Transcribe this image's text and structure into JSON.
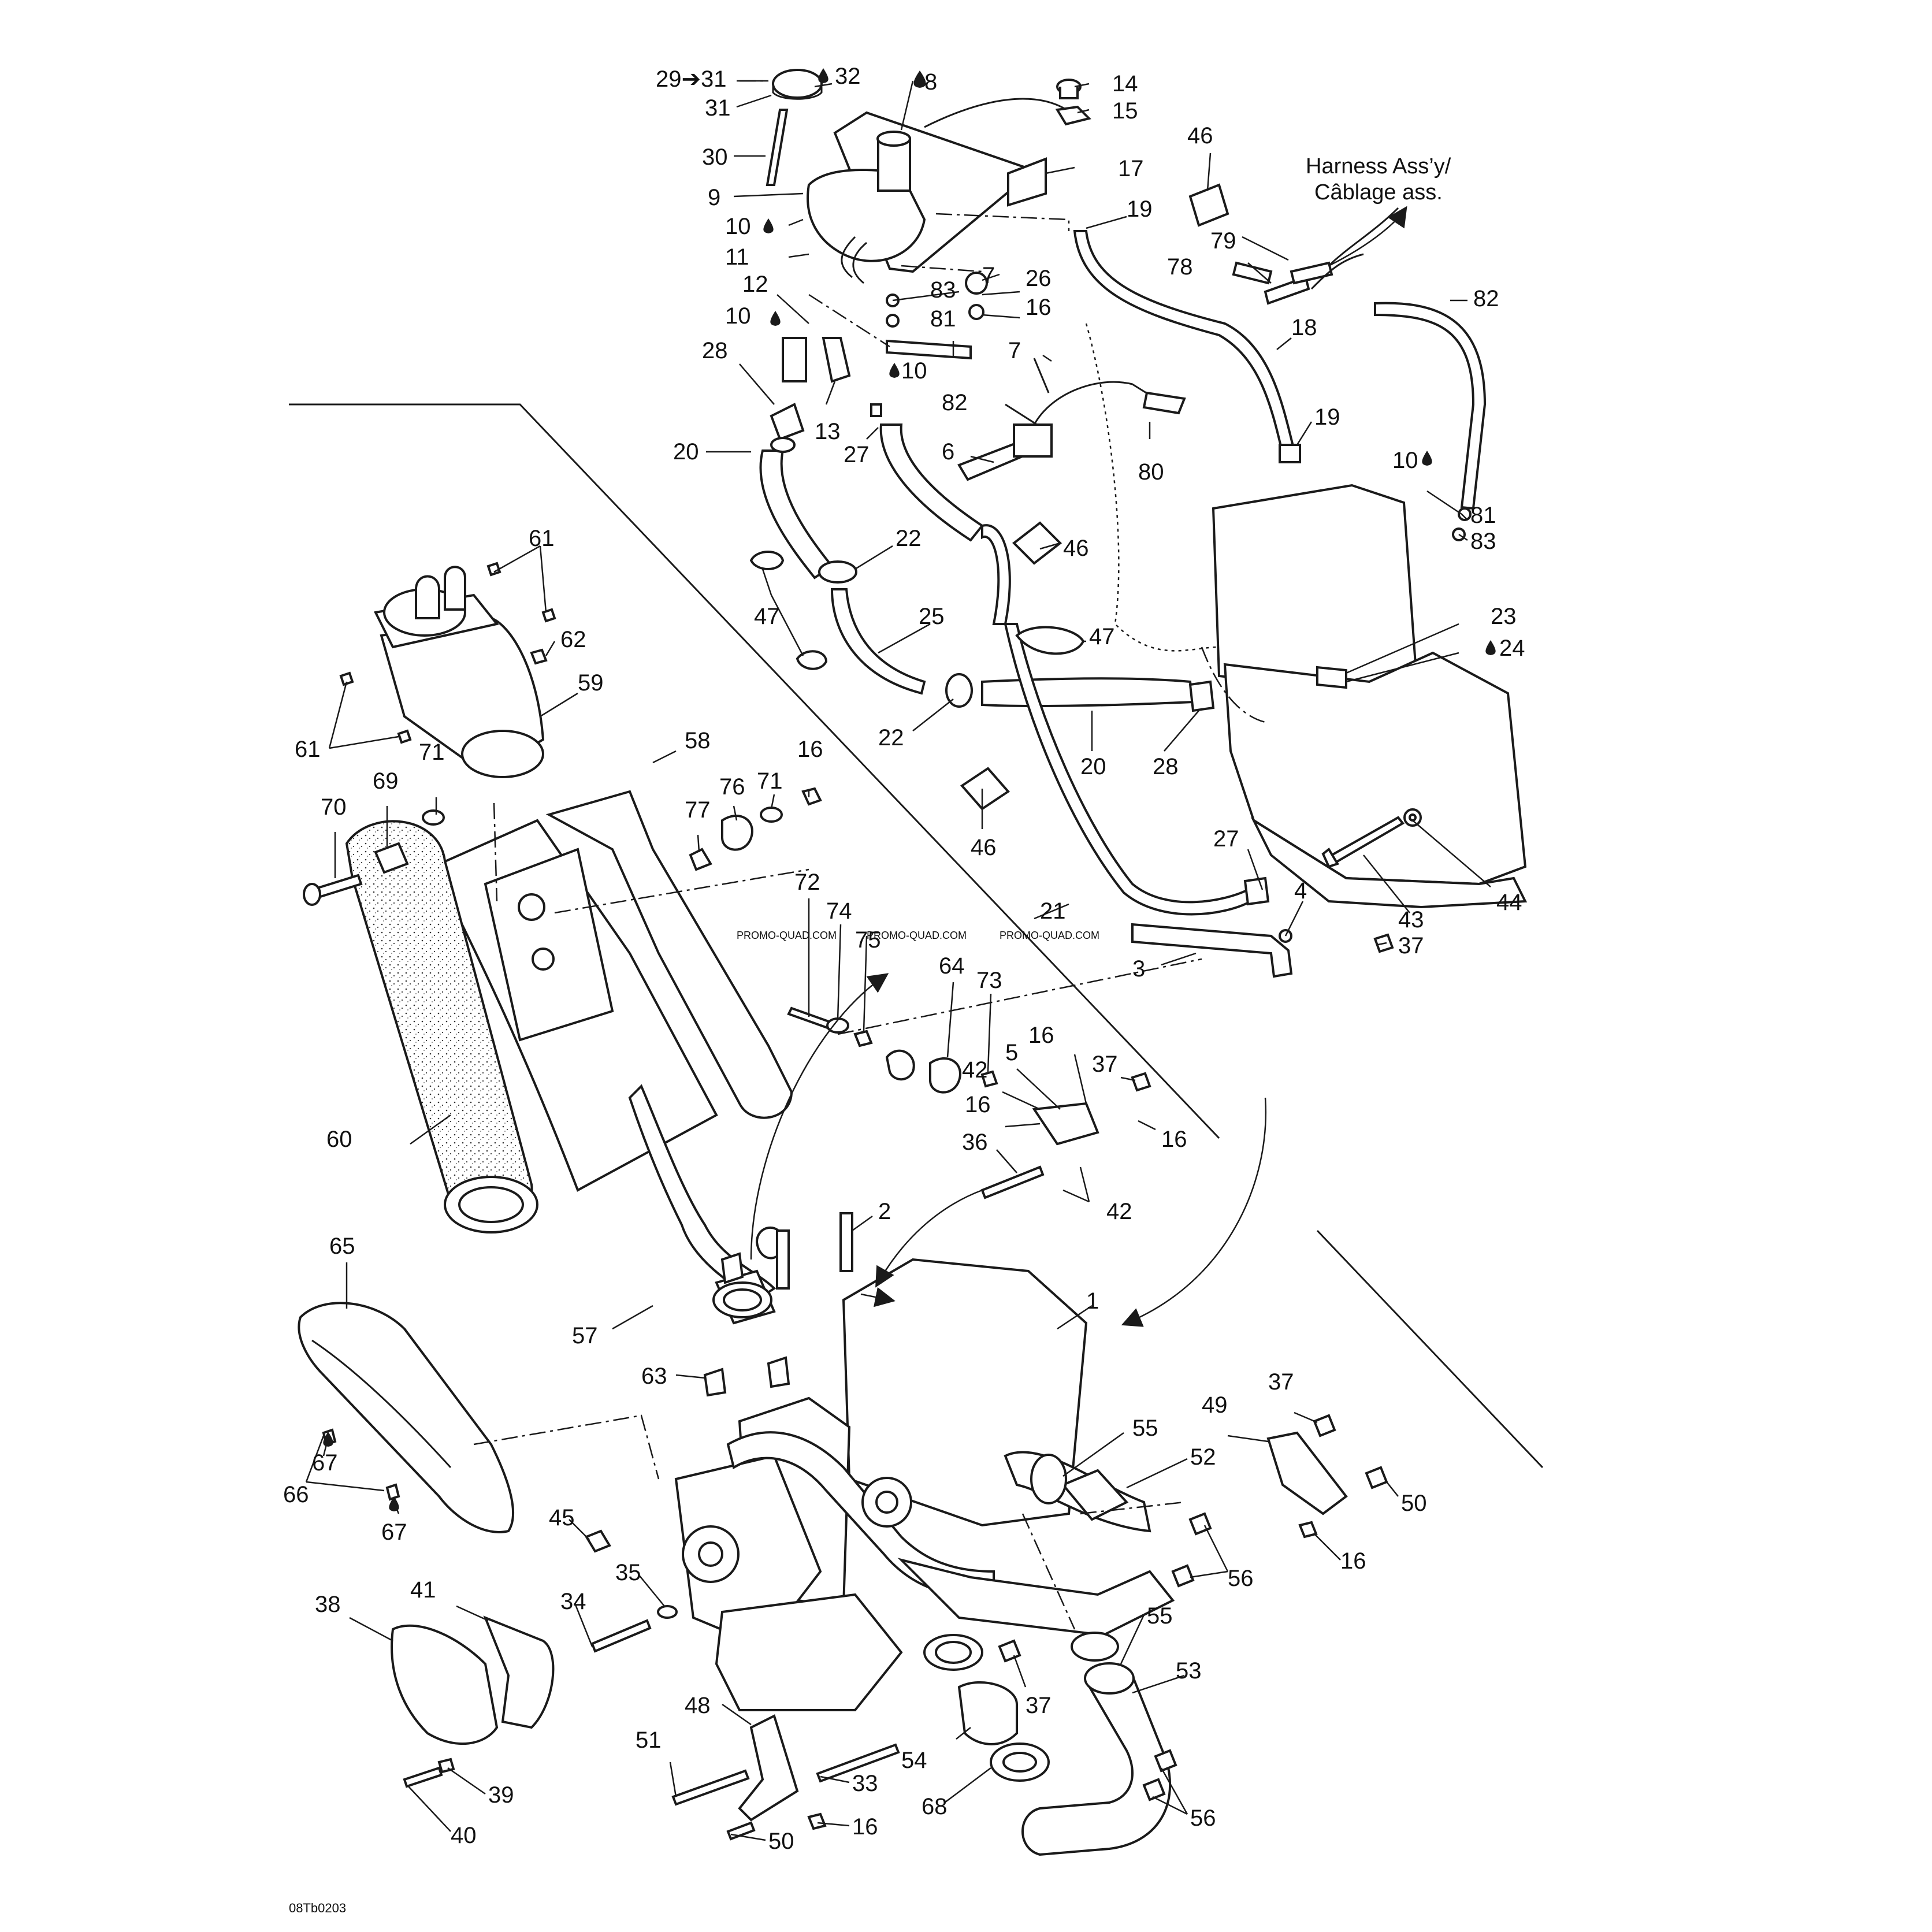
{
  "callouts": {
    "c29_31": "29➔31",
    "c31": "31",
    "c32": "32",
    "c8": "8",
    "c14": "14",
    "c15": "15",
    "c30": "30",
    "c17": "17",
    "c46a": "46",
    "harness_en": "Harness Ass’y/",
    "harness_fr": "Câblage ass.",
    "c9": "9",
    "c10a": "10",
    "c19a": "19",
    "c11": "11",
    "c7a": "7",
    "c26": "26",
    "c79": "79",
    "c78": "78",
    "c12": "12",
    "c83a": "83",
    "c16a": "16",
    "c82a": "82",
    "c10b": "10",
    "c81a": "81",
    "c18": "18",
    "c28a": "28",
    "c7b": "7",
    "c10c": "10",
    "c82b": "82",
    "c13": "13",
    "c27a": "27",
    "c6": "6",
    "c80": "80",
    "c20a": "20",
    "c19b": "19",
    "c10d": "10",
    "c81b": "81",
    "c83b": "83",
    "c61a": "61",
    "c22a": "22",
    "c46b": "46",
    "c47a": "47",
    "c62": "62",
    "c25": "25",
    "c23": "23",
    "c24": "24",
    "c59": "59",
    "c47b": "47",
    "c61b": "61",
    "c22b": "22",
    "c20b": "20",
    "c28b": "28",
    "c58": "58",
    "c71a": "71",
    "c16b": "16",
    "c69": "69",
    "c71b": "71",
    "c76": "76",
    "c70": "70",
    "c77": "77",
    "c46c": "46",
    "c27b": "27",
    "c44": "44",
    "c43": "43",
    "c4": "4",
    "c37a": "37",
    "c72": "72",
    "c74": "74",
    "c21": "21",
    "c75": "75",
    "c64": "64",
    "c73": "73",
    "c3": "3",
    "c16c": "16",
    "c5": "5",
    "c37b": "37",
    "c42a": "42",
    "c16d": "16",
    "c60": "60",
    "c36": "36",
    "c16e": "16",
    "c42b": "42",
    "c2": "2",
    "c65": "65",
    "c1": "1",
    "c57": "57",
    "c63": "63",
    "c37c": "37",
    "c49": "49",
    "c55a": "55",
    "c52": "52",
    "c67a": "67",
    "c66": "66",
    "c67b": "67",
    "c45": "45",
    "c50a": "50",
    "c35": "35",
    "c56a": "56",
    "c16f": "16",
    "c34": "34",
    "c38": "38",
    "c41": "41",
    "c55b": "55",
    "c53": "53",
    "c37d": "37",
    "c48": "48",
    "c51": "51",
    "c54": "54",
    "c33": "33",
    "c39": "39",
    "c68": "68",
    "c56b": "56",
    "c40": "40",
    "c50b": "50",
    "c16g": "16"
  },
  "watermark": "PROMO-QUAD.COM",
  "drawing_code": "08Tb0203",
  "icons": [
    "oil-drop-icon"
  ],
  "colors": {
    "line": "#1a1a1a",
    "background": "#ffffff",
    "watermark": "#9a9a9a"
  }
}
